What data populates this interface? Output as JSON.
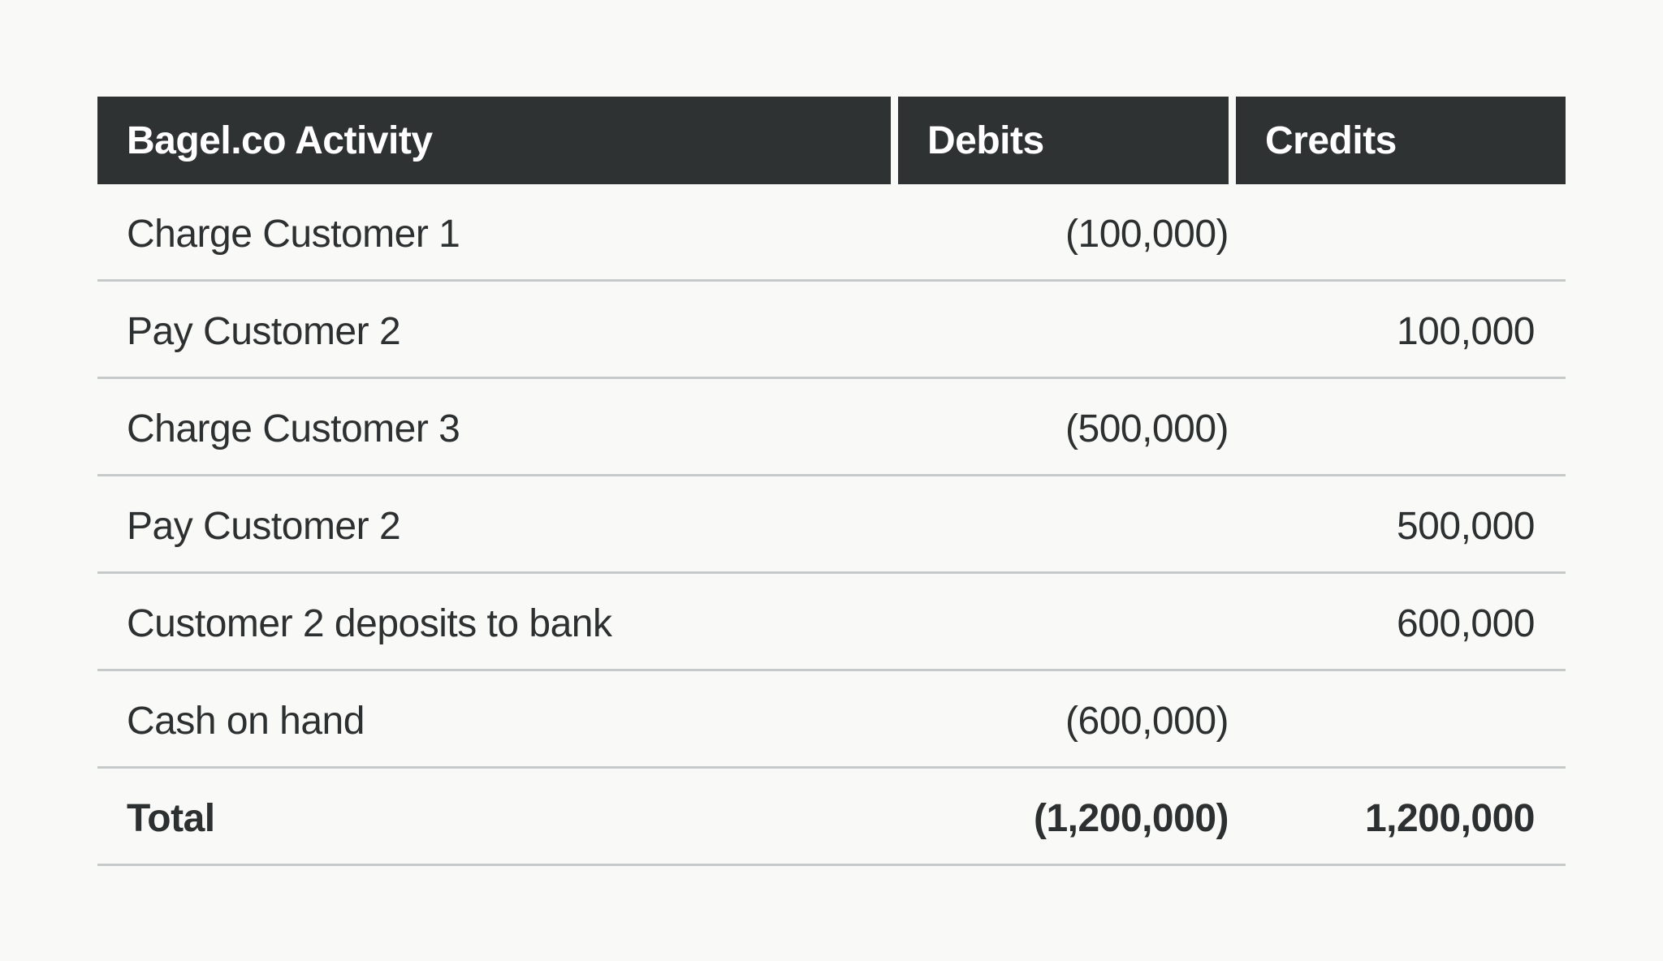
{
  "table": {
    "headers": [
      "Bagel.co Activity",
      "Debits",
      "Credits"
    ],
    "rows": [
      {
        "activity": "Charge Customer 1",
        "debit": "(100,000)",
        "credit": ""
      },
      {
        "activity": "Pay Customer 2",
        "debit": "",
        "credit": "100,000"
      },
      {
        "activity": "Charge Customer 3",
        "debit": "(500,000)",
        "credit": ""
      },
      {
        "activity": "Pay Customer 2",
        "debit": "",
        "credit": "500,000"
      },
      {
        "activity": "Customer 2 deposits to bank",
        "debit": "",
        "credit": "600,000"
      },
      {
        "activity": "Cash on hand",
        "debit": "(600,000)",
        "credit": ""
      }
    ],
    "total": {
      "activity": "Total",
      "debit": "(1,200,000)",
      "credit": "1,200,000"
    }
  },
  "colors": {
    "header_bg": "#2f3233",
    "header_text": "#ffffff",
    "page_bg": "#f9f9f8",
    "row_divider": "#c6cacb",
    "text": "#2d3031"
  }
}
